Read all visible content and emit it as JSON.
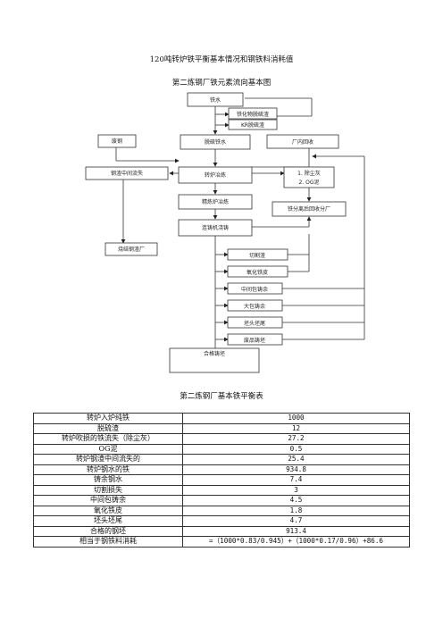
{
  "document": {
    "title": "120吨转炉铁平衡基本情况和钢铁料消耗值",
    "flow_title": "第二炼钢厂铁元素流向基本图",
    "table_title": "第二炼钢厂基本铁平衡表"
  },
  "flow_nodes": {
    "iron": "铁水",
    "desulf_slag": "铁化物脱硫渣",
    "kr": "KR脱硫渣",
    "scrap": "废钢",
    "desulf_iron": "脱硫铁水",
    "plant_recycle": "厂内回收",
    "slag_loss": "钢渣中间流失",
    "converter": "转炉冶炼",
    "dust": "1. 除尘灰",
    "og": "2. OG泥",
    "refine": "精炼炉冶炼",
    "separate": "铁分离后回收分厂",
    "caster": "连铸机浇铸",
    "cut_slag": "切割渣",
    "oxide": "氧化铁皮",
    "tundish": "中间包铸余",
    "ladle": "大包铸余",
    "crop": "坯头坯尾",
    "scrap_billet": "废品铸坯",
    "sinter": "烧结钢渣厂",
    "good_billet": "合格铸坯"
  },
  "table": {
    "rows": [
      {
        "label": "转炉入炉纯铁",
        "value": "1000"
      },
      {
        "label": "脱硫渣",
        "value": "12"
      },
      {
        "label": "转炉吹损的铁流失（除尘灰）",
        "value": "27.2"
      },
      {
        "label": "OG泥",
        "value": "0.5"
      },
      {
        "label": "转炉钢渣中间流失的",
        "value": "25.4"
      },
      {
        "label": "转炉钢水的铁",
        "value": "934.8"
      },
      {
        "label": "铸余钢水",
        "value": "7.4"
      },
      {
        "label": "切割损失",
        "value": "3"
      },
      {
        "label": "中间包铸余",
        "value": "4.5"
      },
      {
        "label": "氧化铁皮",
        "value": "1.8"
      },
      {
        "label": "坯头坯尾",
        "value": "4.7"
      },
      {
        "label": "合格的钢坯",
        "value": "913.4"
      },
      {
        "label": "相当于钢铁料消耗",
        "value": "=（1000*0.83/0.945）+（1000*0.17/0.96）+86.6"
      }
    ]
  }
}
